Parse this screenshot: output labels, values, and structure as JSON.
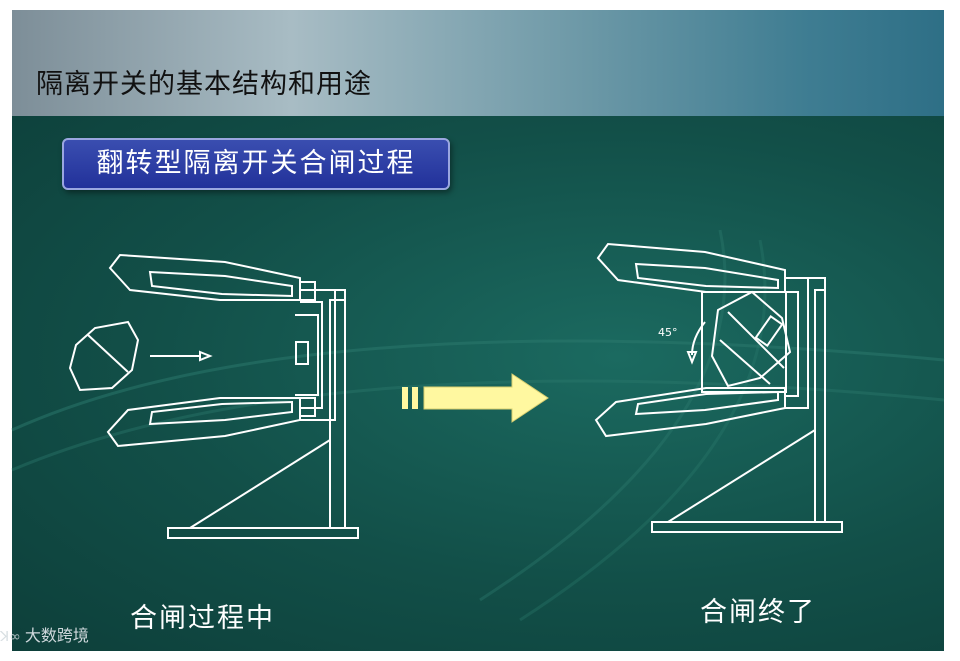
{
  "header": {
    "title": "隔离开关的基本结构和用途"
  },
  "subtitle": "翻转型隔离开关合闸过程",
  "angle_label": "45°",
  "captions": {
    "left": "合闸过程中",
    "right": "合闸终了"
  },
  "watermark": {
    "logo": "ꓘ∞",
    "text": "大数跨境"
  },
  "colors": {
    "background": "#124f48",
    "line": "#ffffff",
    "arrow_fill": "#fff8a0",
    "title_box": "#22319a"
  }
}
